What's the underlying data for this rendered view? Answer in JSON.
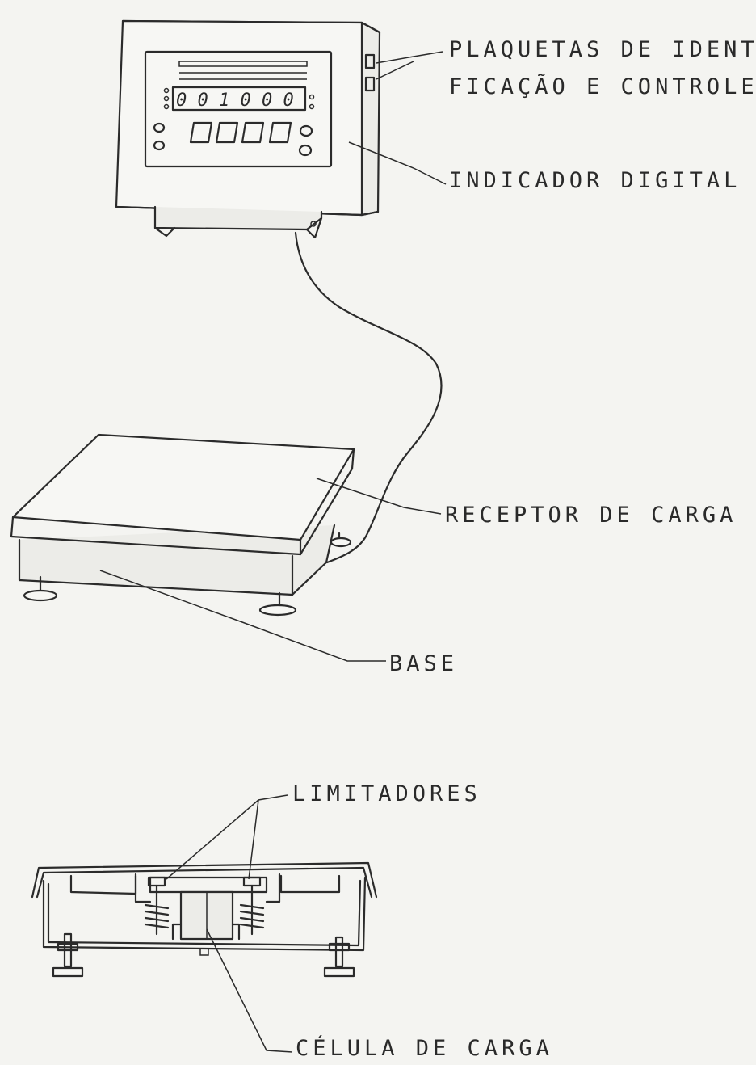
{
  "labels": {
    "plaquetas_line1": "PLAQUETAS DE IDENTI-",
    "plaquetas_line2": "FICAÇÃO E CONTROLE",
    "indicador": "INDICADOR DIGITAL",
    "receptor": "RECEPTOR DE CARGA",
    "base": "BASE",
    "limitadores": "LIMITADORES",
    "celula": "CÉLULA DE CARGA"
  },
  "indicator_display": "001000",
  "colors": {
    "ink": "#2b2b2b",
    "paper": "#f4f4f1"
  }
}
